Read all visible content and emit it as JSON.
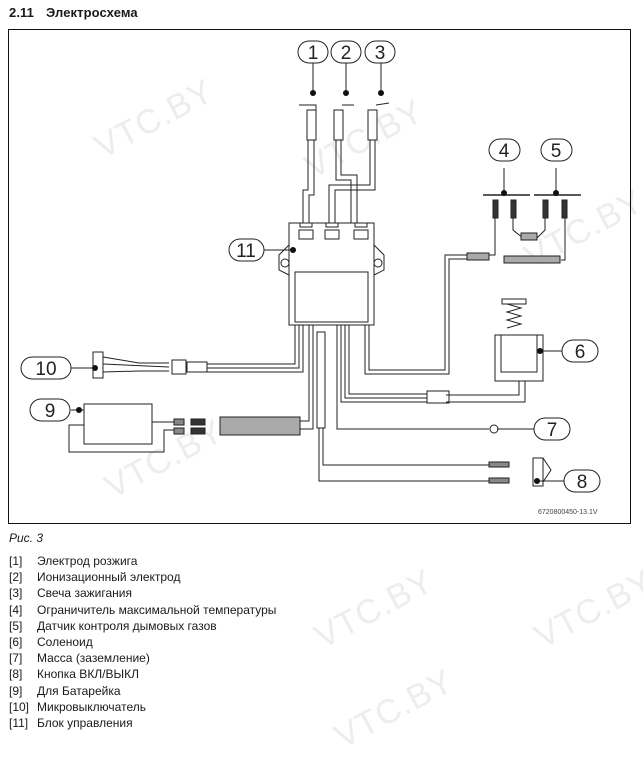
{
  "header": {
    "number": "2.11",
    "title": "Электросхема"
  },
  "figure": {
    "caption": "Рис. 3",
    "code": "6720800450-13.1V",
    "callouts": [
      "1",
      "2",
      "3",
      "4",
      "5",
      "6",
      "7",
      "8",
      "9",
      "10",
      "11"
    ],
    "watermark": "VTC.BY"
  },
  "legend": [
    {
      "idx": "[1]",
      "label": "Электрод розжига"
    },
    {
      "idx": "[2]",
      "label": "Ионизационный электрод"
    },
    {
      "idx": "[3]",
      "label": "Свеча зажигания"
    },
    {
      "idx": "[4]",
      "label": "Ограничитель максимальной температуры"
    },
    {
      "idx": "[5]",
      "label": "Датчик контроля дымовых газов"
    },
    {
      "idx": "[6]",
      "label": "Соленоид"
    },
    {
      "idx": "[7]",
      "label": "Масса (заземление)"
    },
    {
      "idx": "[8]",
      "label": "Кнопка ВКЛ/ВЫКЛ"
    },
    {
      "idx": "[9]",
      "label": "Для Батарейка"
    },
    {
      "idx": "[10]",
      "label": "Микровыключатель"
    },
    {
      "idx": "[11]",
      "label": "Блок управления"
    }
  ]
}
